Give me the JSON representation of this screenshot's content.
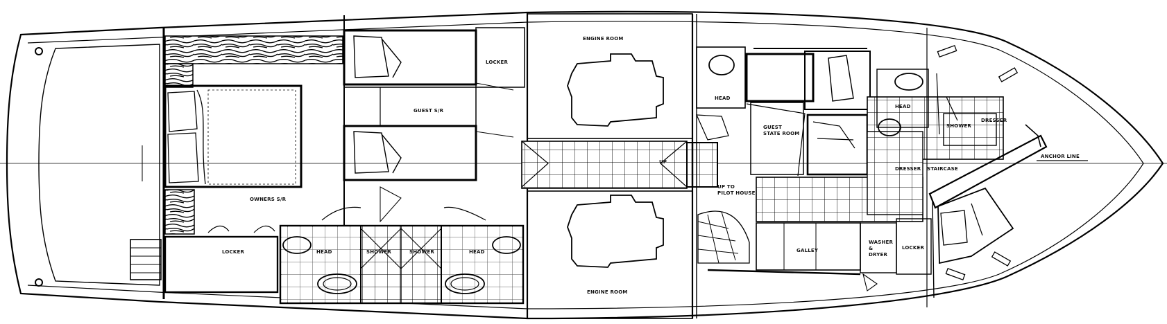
{
  "labels": {
    "owners_sr": "OWNERS S/R",
    "guest_sr": "GUEST S/R",
    "locker_aft": "LOCKER",
    "locker_mid": "LOCKER",
    "locker_fwd": "LOCKER",
    "head_port": "HEAD",
    "shower_a": "SHOWER",
    "shower_b": "SHOWER",
    "head_stbd": "HEAD",
    "engine_room_upper": "ENGINE ROOM",
    "engine_room_lower": "ENGINE ROOM",
    "up": "UP",
    "up_to_pilot_house": "UP TO\nPILOT HOUSE",
    "head_fwd": "HEAD",
    "guest_state_room": "GUEST\nSTATE ROOM",
    "galley": "GALLEY",
    "washer_dryer": "WASHER\n&\nDRYER",
    "dresser_a": "DRESSER",
    "staircase": "STAIRCASE",
    "head_bow": "HEAD",
    "shower_bow": "SHOWER",
    "dresser_b": "DRESSER",
    "anchor_line": "ANCHOR LINE"
  },
  "colors": {
    "ink": "#000000",
    "paper": "#ffffff"
  }
}
